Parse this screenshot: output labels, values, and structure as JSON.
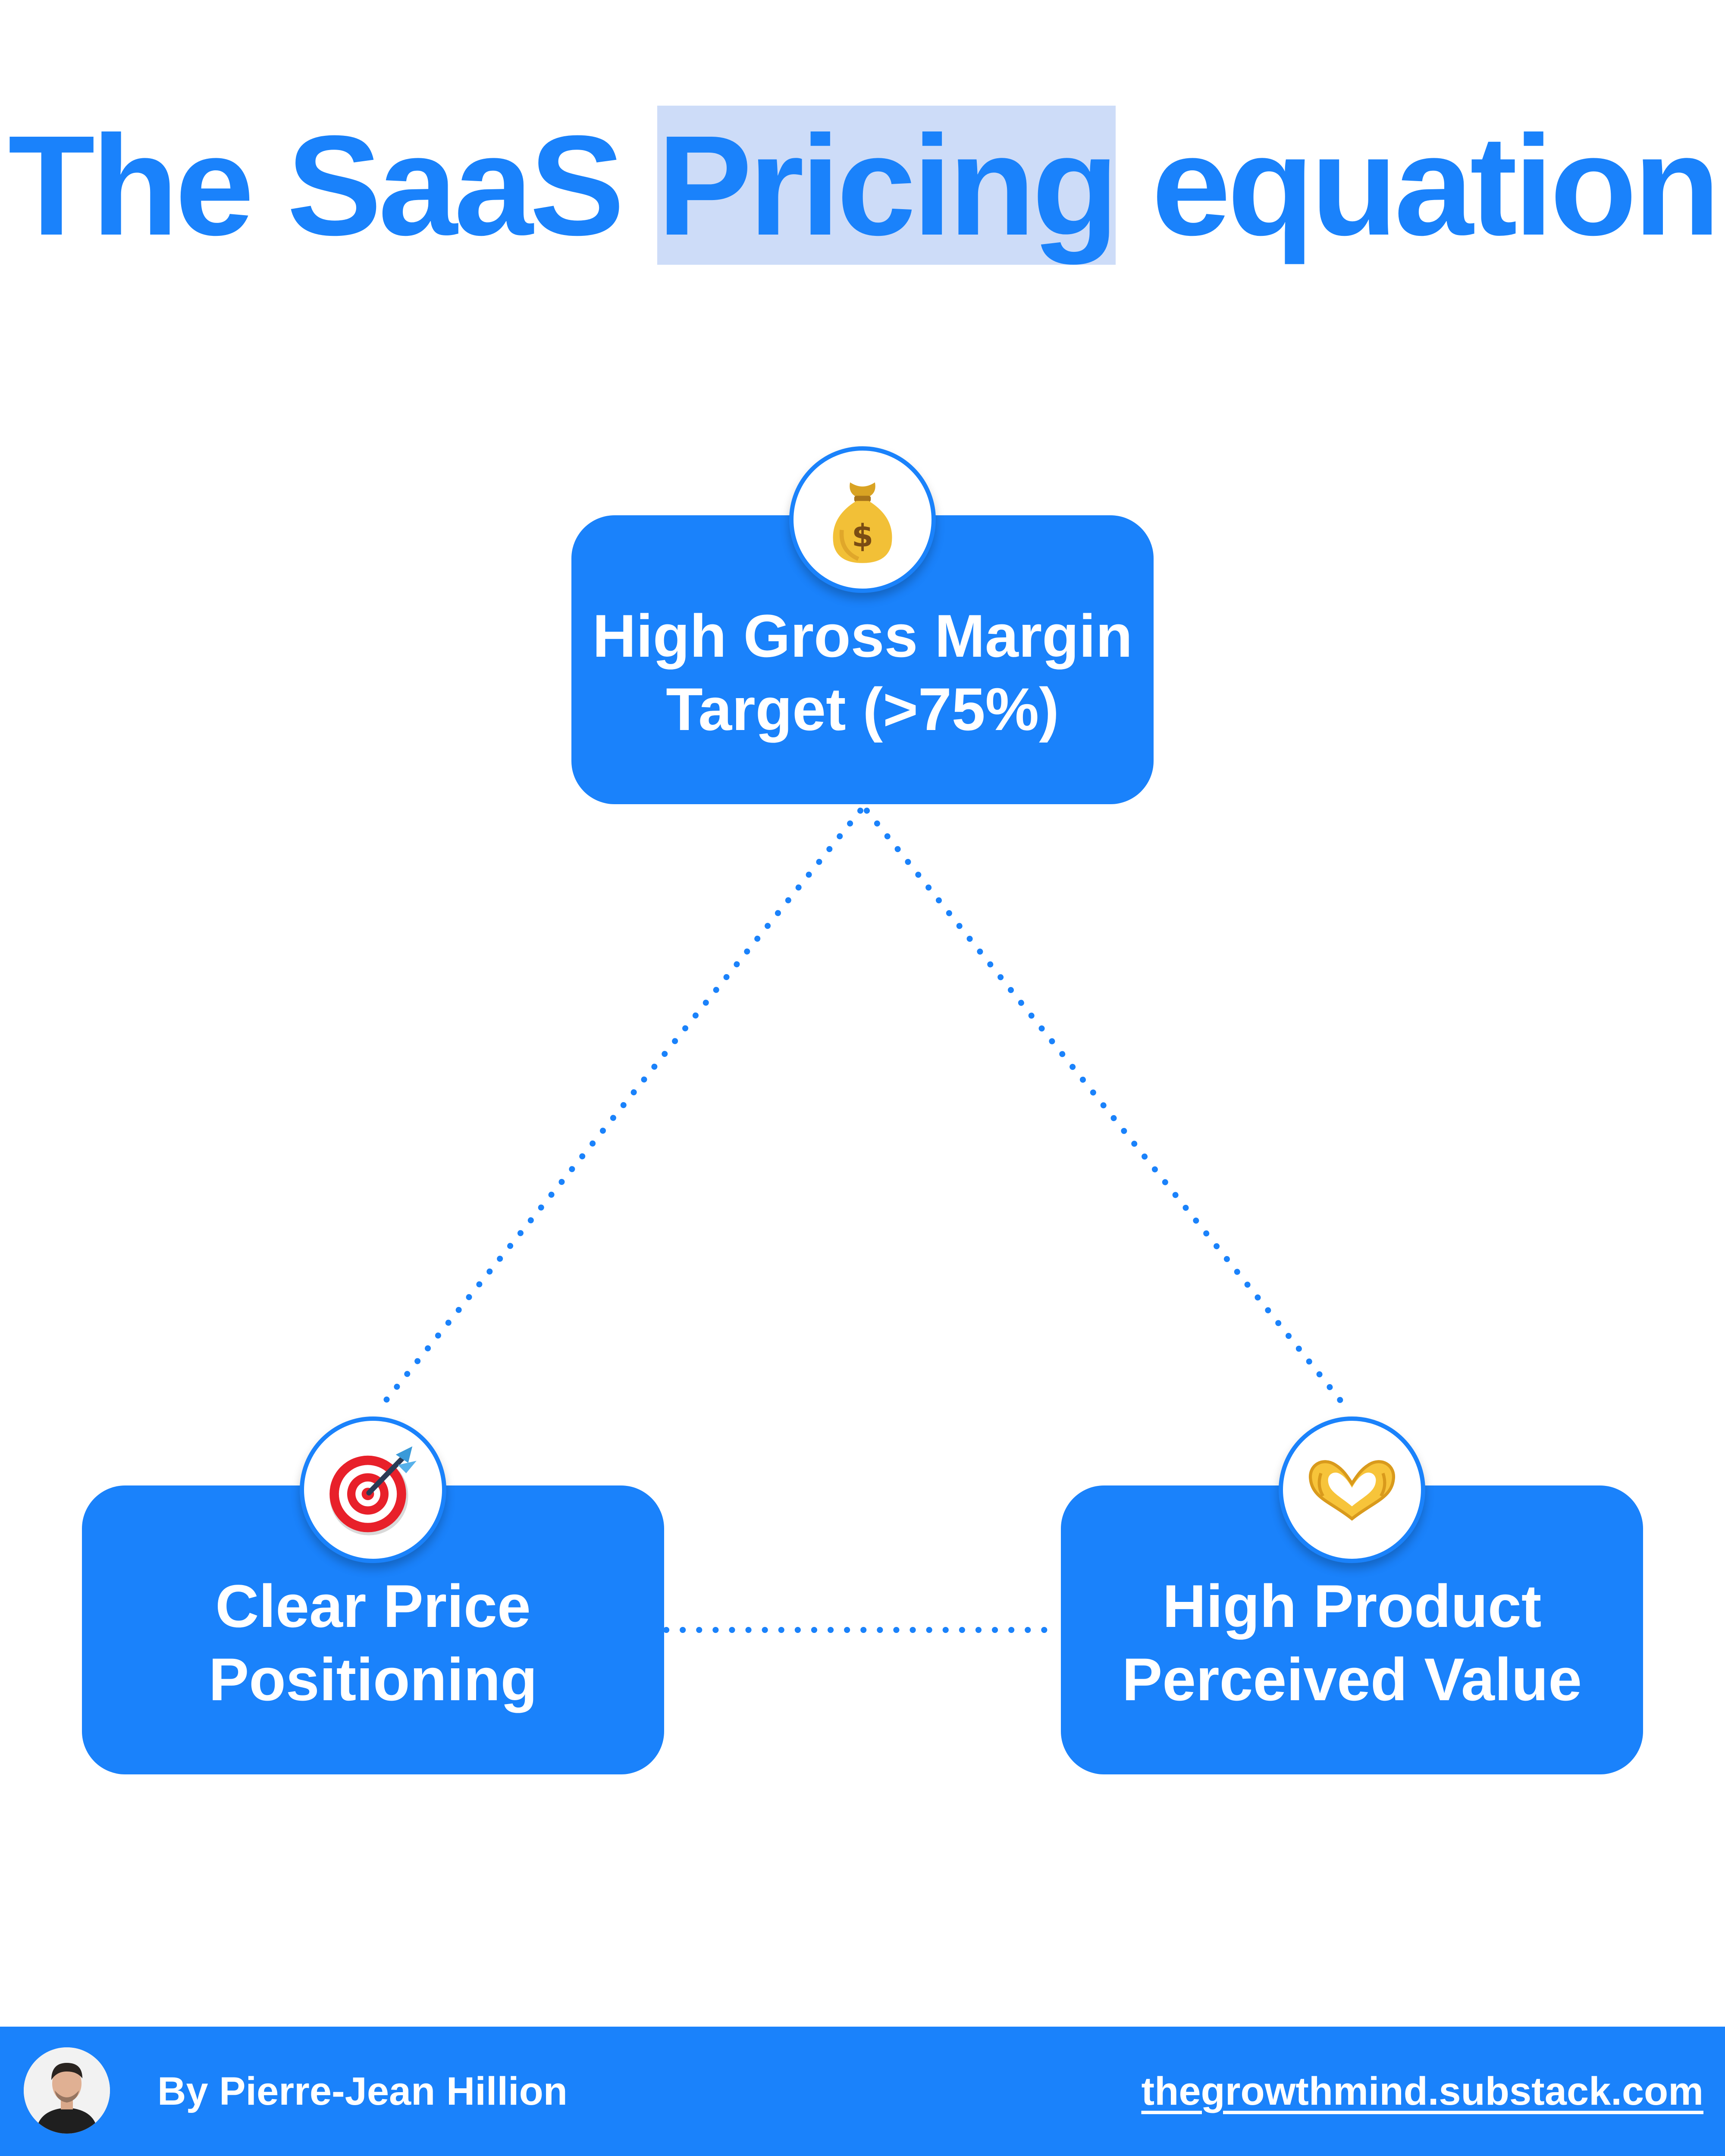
{
  "title": {
    "before": "The SaaS ",
    "highlight": "Pricing",
    "after": " equation"
  },
  "nodes": {
    "top": {
      "icon": "money-bag-icon",
      "line1": "High Gross Margin",
      "line2": "Target (>75%)"
    },
    "left": {
      "icon": "bullseye-target-icon",
      "line1": "Clear Price",
      "line2": "Positioning"
    },
    "right": {
      "icon": "heart-hands-icon",
      "line1": "High Product",
      "line2": "Perceived Value"
    }
  },
  "footer": {
    "author": "By Pierre-Jean Hillion",
    "link": "thegrowthmind.substack.com"
  },
  "colors": {
    "accent": "#1a82fb",
    "highlight": "#cddcf8",
    "background": "#ffffff"
  }
}
